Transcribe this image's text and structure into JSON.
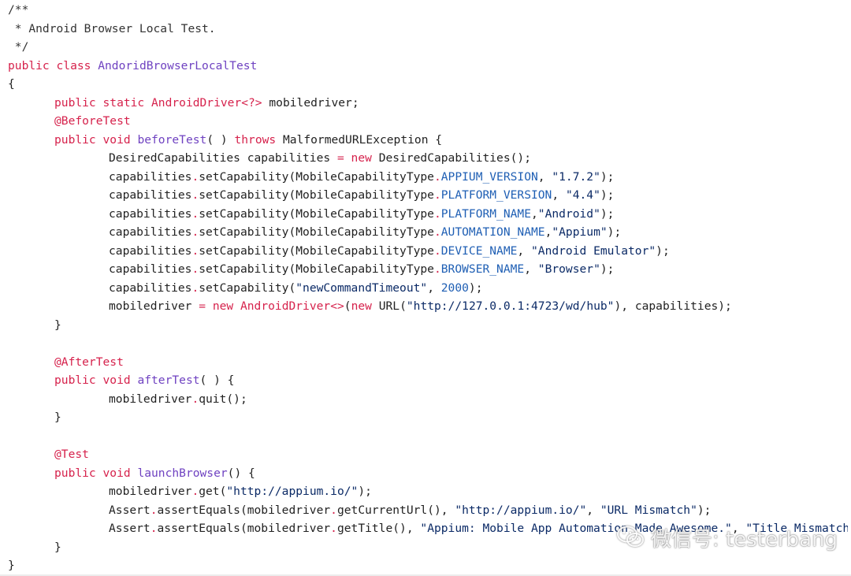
{
  "colors": {
    "background": "#ffffff",
    "comment": "#333333",
    "keyword": "#d6224c",
    "type": "#d6224c",
    "method": "#6f42c1",
    "constant": "#1f5fb4",
    "string": "#0b2a66",
    "number": "#1f5fb4",
    "plain": "#222222",
    "operator": "#d6224c"
  },
  "code": {
    "lines": [
      {
        "indent": 0,
        "tokens": [
          {
            "t": "c",
            "v": "/**"
          }
        ]
      },
      {
        "indent": 0,
        "tokens": [
          {
            "t": "c",
            "v": " * Android Browser Local Test."
          }
        ]
      },
      {
        "indent": 0,
        "tokens": [
          {
            "t": "c",
            "v": " */"
          }
        ]
      },
      {
        "indent": 0,
        "tokens": [
          {
            "t": "k",
            "v": "public class "
          },
          {
            "t": "m",
            "v": "AndoridBrowserLocalTest"
          }
        ]
      },
      {
        "indent": 0,
        "tokens": [
          {
            "t": "p",
            "v": "{"
          }
        ]
      },
      {
        "indent": 1,
        "tokens": [
          {
            "t": "k",
            "v": "public static "
          },
          {
            "t": "ty",
            "v": "AndroidDriver<?>"
          },
          {
            "t": "p",
            "v": " mobiledriver;"
          }
        ]
      },
      {
        "indent": 1,
        "tokens": [
          {
            "t": "k",
            "v": "@BeforeTest"
          }
        ]
      },
      {
        "indent": 1,
        "tokens": [
          {
            "t": "k",
            "v": "public void "
          },
          {
            "t": "m",
            "v": "beforeTest"
          },
          {
            "t": "p",
            "v": "( ) "
          },
          {
            "t": "k",
            "v": "throws"
          },
          {
            "t": "p",
            "v": " MalformedURLException {"
          }
        ]
      },
      {
        "indent": 2,
        "tokens": [
          {
            "t": "p",
            "v": "DesiredCapabilities capabilities "
          },
          {
            "t": "o",
            "v": "="
          },
          {
            "t": "k",
            "v": " new"
          },
          {
            "t": "p",
            "v": " DesiredCapabilities();"
          }
        ]
      },
      {
        "indent": 2,
        "tokens": [
          {
            "t": "p",
            "v": "capabilities"
          },
          {
            "t": "o",
            "v": "."
          },
          {
            "t": "p",
            "v": "setCapability(MobileCapabilityType"
          },
          {
            "t": "o",
            "v": "."
          },
          {
            "t": "cn",
            "v": "APPIUM_VERSION"
          },
          {
            "t": "p",
            "v": ", "
          },
          {
            "t": "s",
            "v": "\"1.7.2\""
          },
          {
            "t": "p",
            "v": ");"
          }
        ]
      },
      {
        "indent": 2,
        "tokens": [
          {
            "t": "p",
            "v": "capabilities"
          },
          {
            "t": "o",
            "v": "."
          },
          {
            "t": "p",
            "v": "setCapability(MobileCapabilityType"
          },
          {
            "t": "o",
            "v": "."
          },
          {
            "t": "cn",
            "v": "PLATFORM_VERSION"
          },
          {
            "t": "p",
            "v": ", "
          },
          {
            "t": "s",
            "v": "\"4.4\""
          },
          {
            "t": "p",
            "v": ");"
          }
        ]
      },
      {
        "indent": 2,
        "tokens": [
          {
            "t": "p",
            "v": "capabilities"
          },
          {
            "t": "o",
            "v": "."
          },
          {
            "t": "p",
            "v": "setCapability(MobileCapabilityType"
          },
          {
            "t": "o",
            "v": "."
          },
          {
            "t": "cn",
            "v": "PLATFORM_NAME"
          },
          {
            "t": "p",
            "v": ","
          },
          {
            "t": "s",
            "v": "\"Android\""
          },
          {
            "t": "p",
            "v": ");"
          }
        ]
      },
      {
        "indent": 2,
        "tokens": [
          {
            "t": "p",
            "v": "capabilities"
          },
          {
            "t": "o",
            "v": "."
          },
          {
            "t": "p",
            "v": "setCapability(MobileCapabilityType"
          },
          {
            "t": "o",
            "v": "."
          },
          {
            "t": "cn",
            "v": "AUTOMATION_NAME"
          },
          {
            "t": "p",
            "v": ","
          },
          {
            "t": "s",
            "v": "\"Appium\""
          },
          {
            "t": "p",
            "v": ");"
          }
        ]
      },
      {
        "indent": 2,
        "tokens": [
          {
            "t": "p",
            "v": "capabilities"
          },
          {
            "t": "o",
            "v": "."
          },
          {
            "t": "p",
            "v": "setCapability(MobileCapabilityType"
          },
          {
            "t": "o",
            "v": "."
          },
          {
            "t": "cn",
            "v": "DEVICE_NAME"
          },
          {
            "t": "p",
            "v": ", "
          },
          {
            "t": "s",
            "v": "\"Android Emulator\""
          },
          {
            "t": "p",
            "v": ");"
          }
        ]
      },
      {
        "indent": 2,
        "tokens": [
          {
            "t": "p",
            "v": "capabilities"
          },
          {
            "t": "o",
            "v": "."
          },
          {
            "t": "p",
            "v": "setCapability(MobileCapabilityType"
          },
          {
            "t": "o",
            "v": "."
          },
          {
            "t": "cn",
            "v": "BROWSER_NAME"
          },
          {
            "t": "p",
            "v": ", "
          },
          {
            "t": "s",
            "v": "\"Browser\""
          },
          {
            "t": "p",
            "v": ");"
          }
        ]
      },
      {
        "indent": 2,
        "tokens": [
          {
            "t": "p",
            "v": "capabilities"
          },
          {
            "t": "o",
            "v": "."
          },
          {
            "t": "p",
            "v": "setCapability("
          },
          {
            "t": "s",
            "v": "\"newCommandTimeout\""
          },
          {
            "t": "p",
            "v": ", "
          },
          {
            "t": "n",
            "v": "2000"
          },
          {
            "t": "p",
            "v": ");"
          }
        ]
      },
      {
        "indent": 2,
        "tokens": [
          {
            "t": "p",
            "v": "mobiledriver "
          },
          {
            "t": "o",
            "v": "="
          },
          {
            "t": "k",
            "v": " new"
          },
          {
            "t": "ty",
            "v": " AndroidDriver<>"
          },
          {
            "t": "p",
            "v": "("
          },
          {
            "t": "k",
            "v": "new"
          },
          {
            "t": "p",
            "v": " URL("
          },
          {
            "t": "s",
            "v": "\"http://127.0.0.1:4723/wd/hub\""
          },
          {
            "t": "p",
            "v": "), capabilities);"
          }
        ]
      },
      {
        "indent": 1,
        "tokens": [
          {
            "t": "p",
            "v": "}"
          }
        ]
      },
      {
        "indent": 0,
        "tokens": []
      },
      {
        "indent": 1,
        "tokens": [
          {
            "t": "k",
            "v": "@AfterTest"
          }
        ]
      },
      {
        "indent": 1,
        "tokens": [
          {
            "t": "k",
            "v": "public void "
          },
          {
            "t": "m",
            "v": "afterTest"
          },
          {
            "t": "p",
            "v": "( ) {"
          }
        ]
      },
      {
        "indent": 2,
        "tokens": [
          {
            "t": "p",
            "v": "mobiledriver"
          },
          {
            "t": "o",
            "v": "."
          },
          {
            "t": "p",
            "v": "quit();"
          }
        ]
      },
      {
        "indent": 1,
        "tokens": [
          {
            "t": "p",
            "v": "}"
          }
        ]
      },
      {
        "indent": 0,
        "tokens": []
      },
      {
        "indent": 1,
        "tokens": [
          {
            "t": "k",
            "v": "@Test"
          }
        ]
      },
      {
        "indent": 1,
        "tokens": [
          {
            "t": "k",
            "v": "public void "
          },
          {
            "t": "m",
            "v": "launchBrowser"
          },
          {
            "t": "p",
            "v": "() {"
          }
        ]
      },
      {
        "indent": 2,
        "tokens": [
          {
            "t": "p",
            "v": "mobiledriver"
          },
          {
            "t": "o",
            "v": "."
          },
          {
            "t": "p",
            "v": "get("
          },
          {
            "t": "s",
            "v": "\"http://appium.io/\""
          },
          {
            "t": "p",
            "v": ");"
          }
        ]
      },
      {
        "indent": 2,
        "tokens": [
          {
            "t": "p",
            "v": "Assert"
          },
          {
            "t": "o",
            "v": "."
          },
          {
            "t": "p",
            "v": "assertEquals(mobiledriver"
          },
          {
            "t": "o",
            "v": "."
          },
          {
            "t": "p",
            "v": "getCurrentUrl(), "
          },
          {
            "t": "s",
            "v": "\"http://appium.io/\""
          },
          {
            "t": "p",
            "v": ", "
          },
          {
            "t": "s",
            "v": "\"URL Mismatch\""
          },
          {
            "t": "p",
            "v": ");"
          }
        ]
      },
      {
        "indent": 2,
        "tokens": [
          {
            "t": "p",
            "v": "Assert"
          },
          {
            "t": "o",
            "v": "."
          },
          {
            "t": "p",
            "v": "assertEquals(mobiledriver"
          },
          {
            "t": "o",
            "v": "."
          },
          {
            "t": "p",
            "v": "getTitle(), "
          },
          {
            "t": "s",
            "v": "\"Appium: Mobile App Automatio"
          },
          {
            "t": "s",
            "v": "n Made Awesome.\""
          },
          {
            "t": "p",
            "v": ", "
          },
          {
            "t": "s",
            "v": "\"Title Mismatch\""
          },
          {
            "t": "p",
            "v": ");"
          }
        ]
      },
      {
        "indent": 1,
        "tokens": [
          {
            "t": "p",
            "v": "}"
          }
        ]
      },
      {
        "indent": 0,
        "tokens": [
          {
            "t": "p",
            "v": "}"
          }
        ]
      }
    ]
  },
  "watermark": {
    "icon": "wechat-icon",
    "text": "微信号: testerbang"
  }
}
